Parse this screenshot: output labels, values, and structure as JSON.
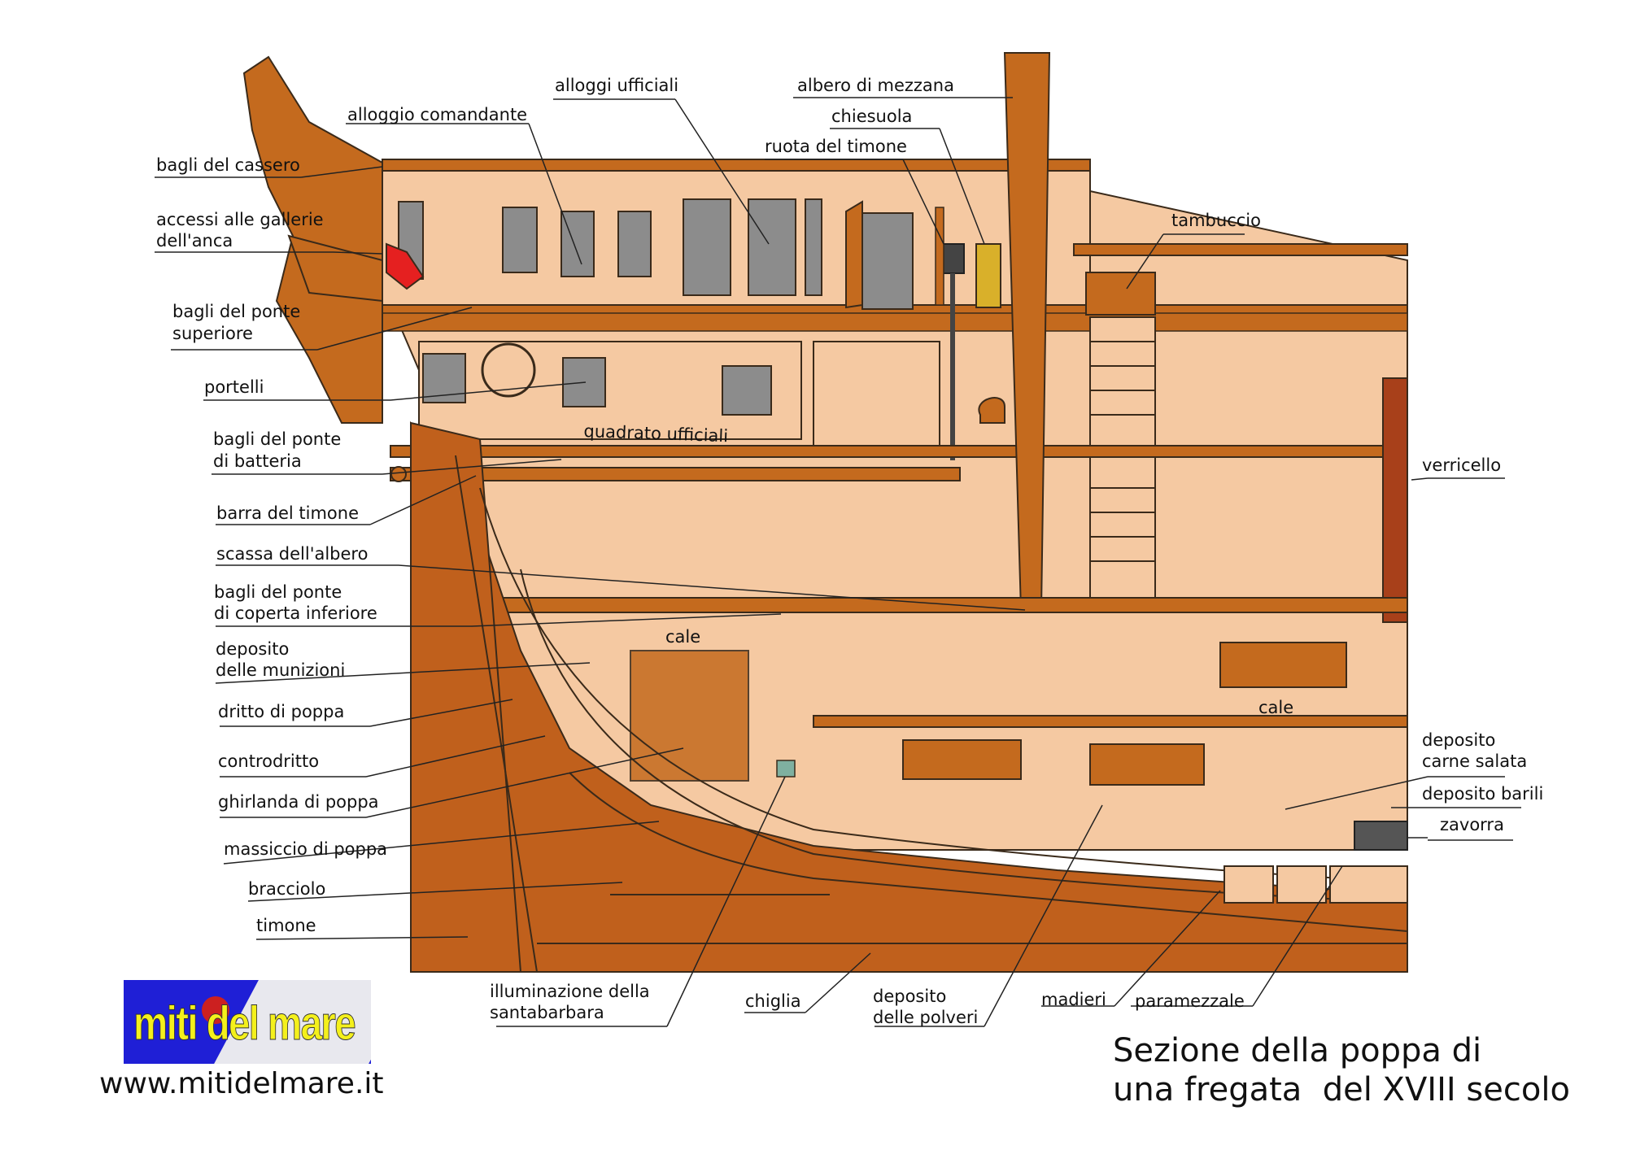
{
  "labels": {
    "alloggi_ufficiali": "alloggi ufficiali",
    "albero_di_mezzana": "albero di mezzana",
    "alloggio_comandante": "alloggio comandante",
    "chiesuola": "chiesuola",
    "ruota_del_timone": "ruota del timone",
    "bagli_del_cassero": "bagli del cassero",
    "accessi_gallerie_1": "accessi alle gallerie",
    "accessi_gallerie_2": "dell'anca",
    "tambuccio": "tambuccio",
    "bagli_ponte_superiore_1": "bagli del ponte",
    "bagli_ponte_superiore_2": "superiore",
    "portelli": "portelli",
    "quadrato_ufficiali": "quadrato ufficiali",
    "bagli_ponte_batteria_1": "bagli del ponte",
    "bagli_ponte_batteria_2": "di batteria",
    "verricello": "verricello",
    "barra_del_timone": "barra del timone",
    "scassa_albero": "scassa dell'albero",
    "bagli_coperta_inferiore_1": "bagli del ponte",
    "bagli_coperta_inferiore_2": "di coperta inferiore",
    "cale_1": "cale",
    "deposito_munizioni_1": "deposito",
    "deposito_munizioni_2": "delle munizioni",
    "cale_2": "cale",
    "dritto_di_poppa": "dritto di poppa",
    "deposito_carne_1": "deposito",
    "deposito_carne_2": "carne salata",
    "controdritto": "controdritto",
    "ghirlanda_di_poppa": "ghirlanda di poppa",
    "deposito_barili": "deposito barili",
    "zavorra": "zavorra",
    "massiccio_di_poppa": "massiccio di poppa",
    "bracciolo": "bracciolo",
    "timone": "timone",
    "illuminazione_1": "illuminazione della",
    "illuminazione_2": "santabarbara",
    "chiglia": "chiglia",
    "deposito_polveri_1": "deposito",
    "deposito_polveri_2": "delle polveri",
    "madieri": "madieri",
    "paramezzale": "paramezzale"
  },
  "title_line1": "Sezione della poppa di",
  "title_line2": "una fregata  del XVIII secolo",
  "logo_text": "miti del mare",
  "website": "www.mitidelmare.it",
  "colors": {
    "hull": "#c0601c",
    "hull_dark": "#8a4010",
    "interior": "#f5c9a2",
    "window": "#8c8c8c",
    "deck_beam": "#c46a1e",
    "winch": "#a8401a",
    "binnacle": "#d9b02a",
    "lamp_red": "#e52020",
    "ballast": "#555555"
  }
}
